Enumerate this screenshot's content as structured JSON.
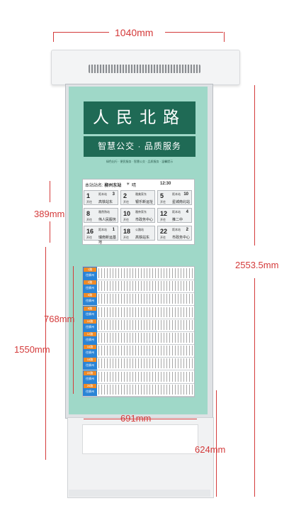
{
  "dimensions": {
    "width_total": "1040mm",
    "screen_width": "691mm",
    "height_total": "2553.5mm",
    "board_height": "389mm",
    "route_height": "768mm",
    "panel_height": "1550mm",
    "base_height": "624mm"
  },
  "sign": {
    "title": "人民北路",
    "slogan": "智慧公交 · 品质服务",
    "note": "绿色出行 · 便民服务 · 智慧公交 · 品质服务 · 温馨提示"
  },
  "board": {
    "station_label": "本站站名:",
    "station_name": "柳州东站",
    "weather": "晴",
    "time": "12:30",
    "tiles": [
      {
        "num": "1",
        "dest": "距本站",
        "cnt": "3",
        "rem": "开往",
        "stop": "高铁站东"
      },
      {
        "num": "2",
        "dest": "雅美家东",
        "cnt": "",
        "rem": "开往",
        "stop": "银乐新运址"
      },
      {
        "num": "5",
        "dest": "距本站",
        "cnt": "10",
        "rem": "开往",
        "stop": "星城南北站"
      },
      {
        "num": "8",
        "dest": "雅然熟站",
        "cnt": "",
        "rem": "开往",
        "stop": "伟人民服务"
      },
      {
        "num": "10",
        "dest": "雅奈家东",
        "cnt": "",
        "rem": "开往",
        "stop": "市政务中心"
      },
      {
        "num": "12",
        "dest": "距本站",
        "cnt": "4",
        "rem": "开往",
        "stop": "推二中"
      },
      {
        "num": "16",
        "dest": "距本站",
        "cnt": "1",
        "rem": "开往",
        "stop": "瑞南新运基地"
      },
      {
        "num": "18",
        "dest": "公路站",
        "cnt": "",
        "rem": "开往",
        "stop": "高铁站东"
      },
      {
        "num": "22",
        "dest": "距本站",
        "cnt": "2",
        "rem": "开往",
        "stop": "市政务中心"
      }
    ]
  },
  "routes": [
    {
      "name": "1路",
      "dir": "往柳州"
    },
    {
      "name": "2路",
      "dir": "往柳州"
    },
    {
      "name": "5路",
      "dir": "往柳州"
    },
    {
      "name": "8路",
      "dir": "往柳州"
    },
    {
      "name": "10路",
      "dir": "往柳州"
    },
    {
      "name": "12路",
      "dir": "往柳州"
    },
    {
      "name": "16路",
      "dir": "往柳州"
    },
    {
      "name": "18路",
      "dir": "往柳州"
    },
    {
      "name": "22路",
      "dir": "往柳州"
    },
    {
      "name": "26路",
      "dir": "往柳州"
    }
  ],
  "colors": {
    "panel": "#9fd8c8",
    "title_bg": "#1f6a55",
    "dimension": "#d43a3a",
    "route_tag": "#2a84d6",
    "route_no": "#f08a24"
  }
}
